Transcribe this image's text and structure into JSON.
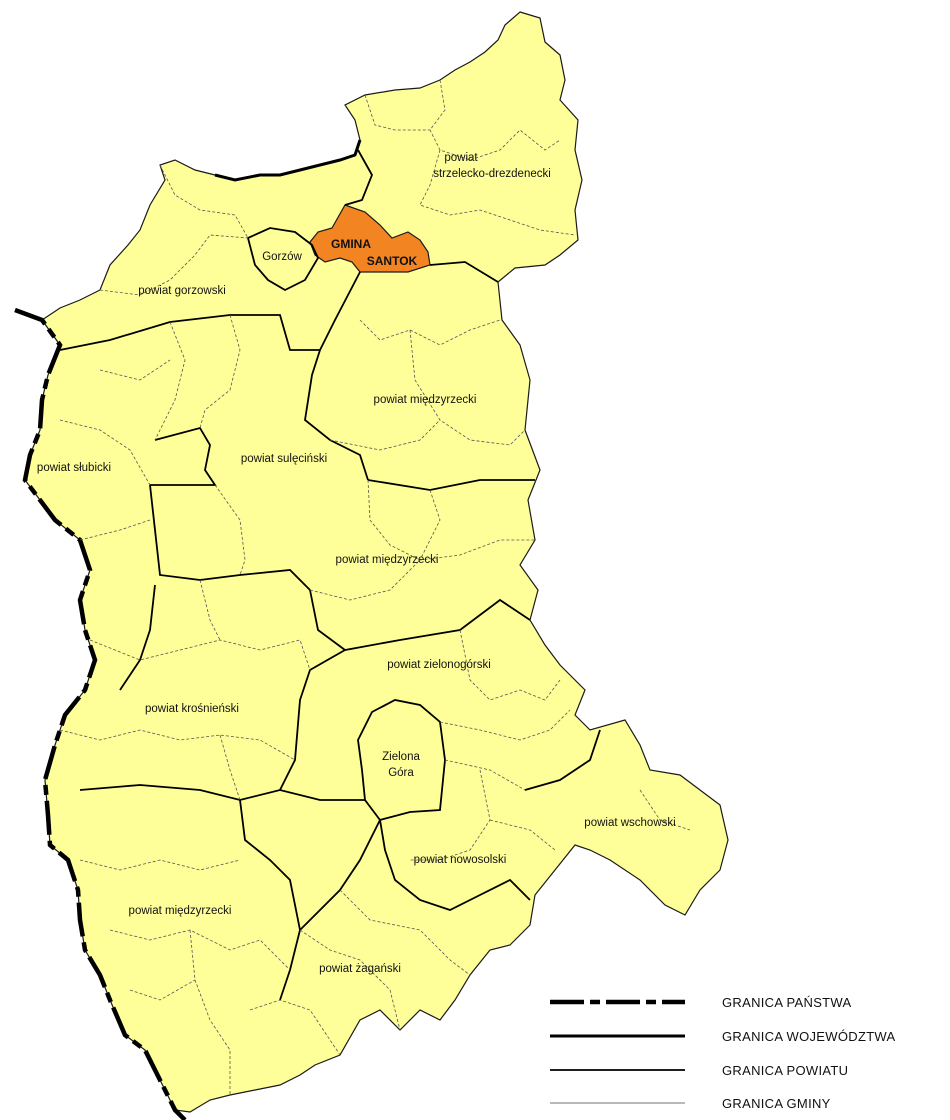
{
  "map": {
    "colors": {
      "region_fill": "#ffff99",
      "highlight_fill": "#f28522",
      "border": "#1a1a1a",
      "background": "#ffffff"
    },
    "highlight": {
      "line1": "GMINA",
      "line2": "SANTOK"
    },
    "labels": {
      "strzelecki_1": "powiat",
      "strzelecki_2": "strzelecko-drezdenecki",
      "gorzow_city": "Gorzów",
      "gorzowski": "powiat gorzowski",
      "miedzyrzecki_1": "powiat międzyrzecki",
      "sulecinski": "powiat sulęciński",
      "slubicki": "powiat słubicki",
      "miedzyrzecki_2": "powiat międzyrzecki",
      "zielonogorski": "powiat zielonogórski",
      "krosnienski": "powiat krośnieński",
      "zielona_gora_1": "Zielona",
      "zielona_gora_2": "Góra",
      "wschowski": "powiat wschowski",
      "nowosolski": "powiat nowosolski",
      "miedzyrzecki_3": "powiat międzyrzecki",
      "zaganski": "powiat żagański"
    }
  },
  "legend": {
    "items": [
      {
        "label": "GRANICA PAŃSTWA"
      },
      {
        "label": "GRANICA WOJEWÓDZTWA"
      },
      {
        "label": "GRANICA POWIATU"
      },
      {
        "label": "GRANICA GMINY"
      }
    ]
  }
}
